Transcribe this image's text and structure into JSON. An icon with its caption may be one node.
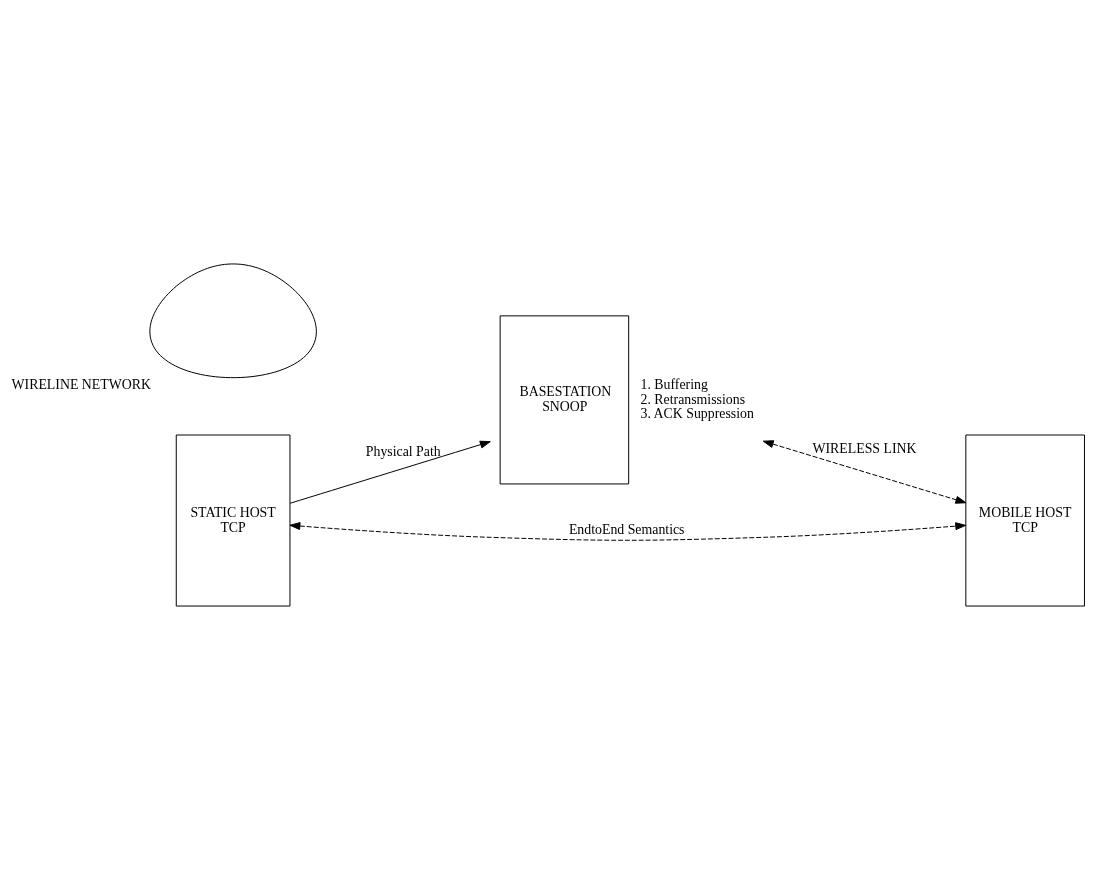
{
  "diagram": {
    "nodes": [
      {
        "text": [
          "STATIC HOST",
          "TCP"
        ]
      },
      {
        "text": [
          "BASESTATION",
          "SNOOP"
        ],
        "beside": [
          "1. Buffering",
          "2. Retransmissions",
          "3. ACK Suppression"
        ]
      },
      {
        "text": [
          "MOBILE HOST",
          "TCP"
        ]
      },
      {
        "text": [],
        "shape": "cloud",
        "beside": [
          "WIRELINE NETWORK"
        ]
      }
    ],
    "edges": [
      {
        "from": 0,
        "to": 2,
        "arrow": "both",
        "style": "dashed",
        "label": "EndtoEnd Semantics"
      },
      {
        "from": 0,
        "to": 1,
        "arrow": "to",
        "label": "Physical Path"
      },
      {
        "from": 1,
        "to": 2,
        "arrow": "both",
        "style": "dashed",
        "label": "WIRELESS LINK"
      }
    ]
  }
}
